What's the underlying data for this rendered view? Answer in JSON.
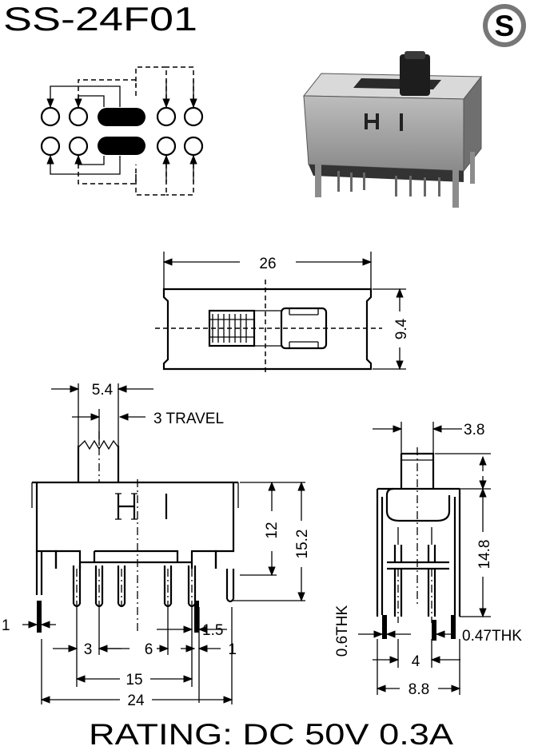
{
  "header": {
    "model": "SS-24F01",
    "logo_letter": "S"
  },
  "top_view": {
    "length": "26",
    "width": "9.4"
  },
  "front_view": {
    "knob_pitch": "5.4",
    "travel": "3 TRAVEL",
    "body_height": "12",
    "overall_height": "15.2",
    "left_tab": "1",
    "pitch_a": "3",
    "pitch_b": "6",
    "offset": "1.5",
    "right_tab": "1",
    "span": "15",
    "overall_length": "24"
  },
  "side_view": {
    "knob_width": "3.8",
    "height": "14.8",
    "pin_thickness": "0.6THK",
    "tab_thickness": "0.47THK",
    "pin_pitch": "4",
    "overall_width": "8.8"
  },
  "footer": {
    "rating": "RATING: DC 50V 0.3A"
  },
  "icons": [
    "s-logo-icon",
    "schematic-contacts",
    "product-photo"
  ]
}
